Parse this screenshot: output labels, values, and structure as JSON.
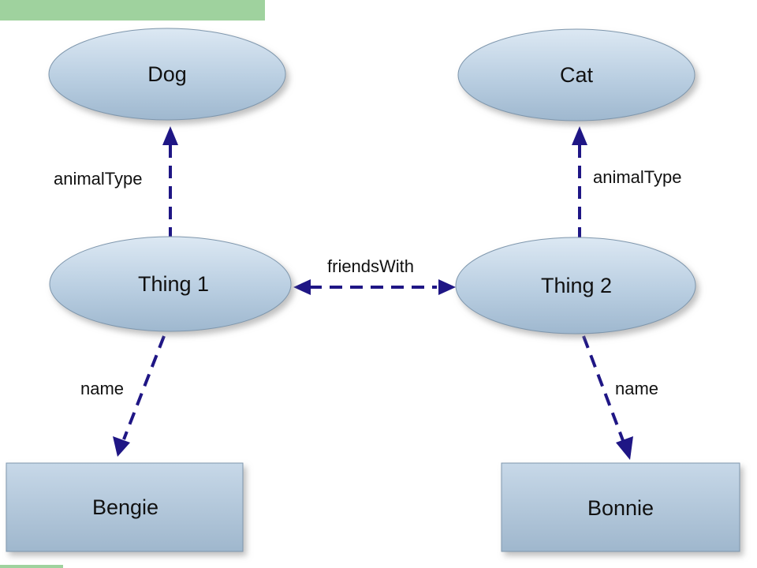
{
  "colors": {
    "node_top": "#dce8f3",
    "node_mid": "#b9cee1",
    "node_bottom": "#9fb8cf",
    "edge": "#1f1685",
    "accent_bar": "#9fd29e"
  },
  "nodes": {
    "dog": "Dog",
    "cat": "Cat",
    "thing1": "Thing 1",
    "thing2": "Thing 2",
    "bengie": "Bengie",
    "bonnie": "Bonnie"
  },
  "edges": {
    "thing1_animal_type": "animalType",
    "thing2_animal_type": "animalType",
    "friends_with": "friendsWith",
    "thing1_name": "name",
    "thing2_name": "name"
  }
}
